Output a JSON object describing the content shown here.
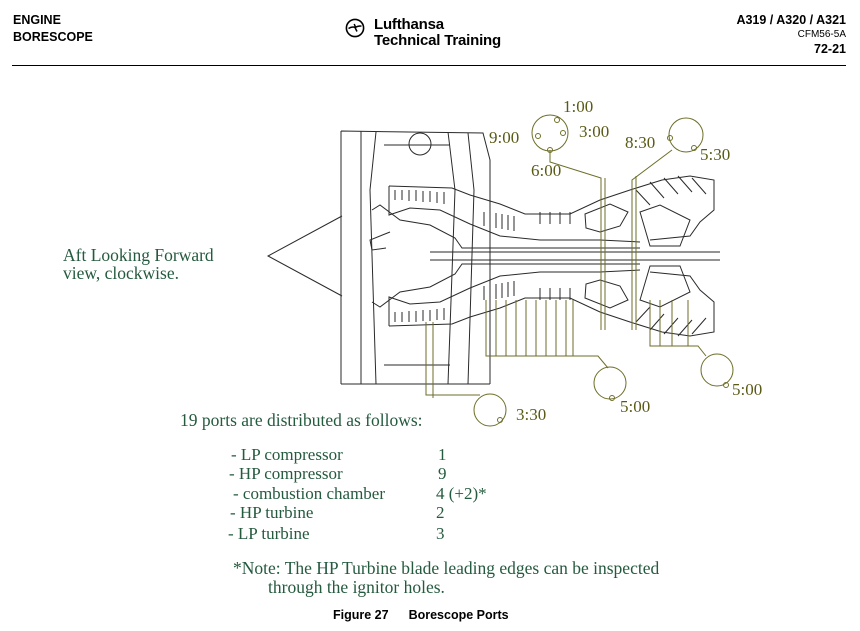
{
  "header": {
    "left_line1": "ENGINE",
    "left_line2": "BORESCOPE",
    "brand_line1": "Lufthansa",
    "brand_line2": "Technical Training",
    "models": "A319 / A320 / A321",
    "engine": "CFM56-5A",
    "chapter": "72-21"
  },
  "icons": {
    "logo": "lufthansa-crane-icon"
  },
  "diagram": {
    "clock_labels": [
      "1:00",
      "9:00",
      "3:00",
      "6:00",
      "8:30",
      "5:30",
      "3:30",
      "5:00",
      "5:00"
    ],
    "line_color": "#6e6e28"
  },
  "view_text": {
    "line1": "Aft Looking Forward",
    "line2": "view, clockwise."
  },
  "ports_heading": "19 ports are distributed as follows:",
  "distribution": [
    {
      "label": "- LP compressor",
      "count": "1"
    },
    {
      "label": "- HP compressor",
      "count": "9"
    },
    {
      "label": "- combustion chamber",
      "count": "4 (+2)*"
    },
    {
      "label": "- HP turbine",
      "count": "2"
    },
    {
      "label": "- LP turbine",
      "count": "3"
    }
  ],
  "note": {
    "line1": "*Note: The HP Turbine blade leading edges can be inspected",
    "line2": "through the ignitor holes."
  },
  "caption": {
    "figure": "Figure 27",
    "title": "Borescope Ports"
  },
  "colors": {
    "text_green": "#245a3e",
    "label_olive": "#5a5a16"
  }
}
